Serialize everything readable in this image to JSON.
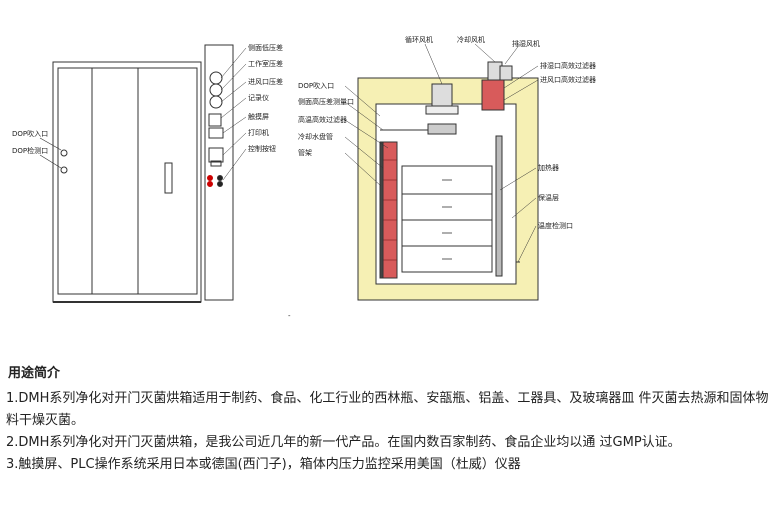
{
  "figure": {
    "left_labels": [
      "DOP吹入口",
      "DOP检测口"
    ],
    "panel_labels": [
      "侧面低压差",
      "工作室压差",
      "进风口压差",
      "记录仪",
      "触摸屏",
      "打印机",
      "控制按钮"
    ],
    "right_top_labels": [
      "循环风机",
      "冷却风机",
      "排湿风机"
    ],
    "right_upper_labels": [
      "排湿口高效过滤器",
      "进风口高效过滤器"
    ],
    "right_left_labels": [
      "DOP吹入口",
      "侧面高压差测量口",
      "高温高效过滤器",
      "冷却水盘管",
      "管架"
    ],
    "right_side_labels": [
      "加热器",
      "保温层",
      "温度检测口"
    ],
    "mark": "-"
  },
  "content": {
    "heading": "用途简介",
    "paragraphs": [
      "1.DMH系列净化对开门灭菌烘箱适用于制药、食品、化工行业的西林瓶、安瓿瓶、铝盖、工器具、及玻璃器皿 件灭菌去热源和固体物料干燥灭菌。",
      "2.DMH系列净化对开门灭菌烘箱，是我公司近几年的新一代产品。在国内数百家制药、食品企业均以通 过GMP认证。",
      "3.触摸屏、PLC操作系统采用日本或德国(西门子)，箱体内压力监控采用美国（杜威）仪器"
    ]
  }
}
